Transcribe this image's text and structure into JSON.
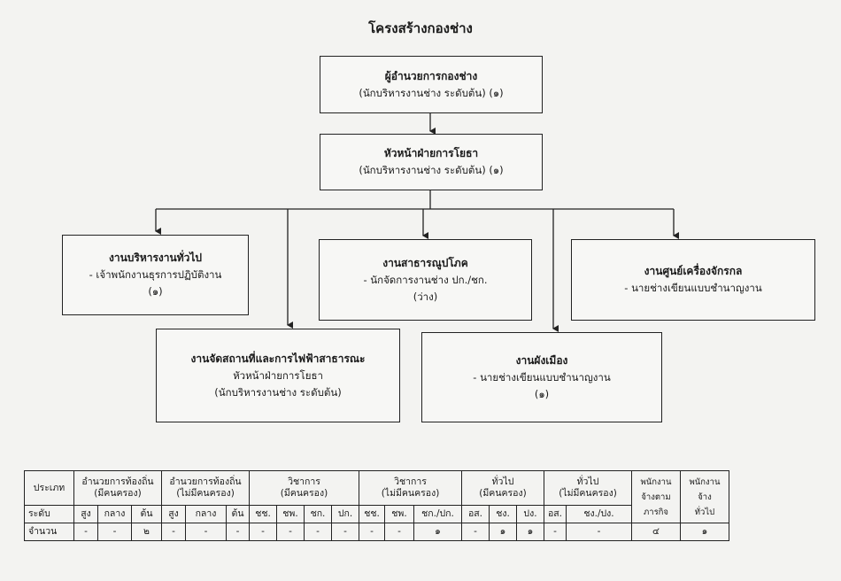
{
  "title": "โครงสร้างกองช่าง",
  "boxes": {
    "director": {
      "heading": "ผู้อำนวยการกองช่าง",
      "line1": "(นักบริหารงานช่าง ระดับต้น) (๑)"
    },
    "chief": {
      "heading": "หัวหน้าฝ่ายการโยธา",
      "line1": "(นักบริหารงานช่าง ระดับต้น) (๑)"
    },
    "general": {
      "heading": "งานบริหารงานทั่วไป",
      "line1": "- เจ้าพนักงานธุรการปฏิบัติงาน",
      "line2": "(๑)"
    },
    "utilities": {
      "heading": "งานสาธารณูปโภค",
      "line1": "- นักจัดการงานช่าง ปก./ชก.",
      "line2": "(ว่าง)"
    },
    "machinery": {
      "heading": "งานศูนย์เครื่องจักรกล",
      "line1": "- นายช่างเขียนแบบชำนาญงาน"
    },
    "lighting": {
      "heading": "งานจัดสถานที่และการไฟฟ้าสาธารณะ",
      "line1": "หัวหน้าฝ่ายการโยธา",
      "line2": "(นักบริหารงานช่าง ระดับต้น)"
    },
    "cityplan": {
      "heading": "งานผังเมือง",
      "line1": "- นายช่างเขียนแบบชำนาญงาน",
      "line2": "(๑)"
    }
  },
  "table": {
    "row_type_label": "ประเภท",
    "groups": [
      {
        "l1": "อำนวยการท้องถิ่น",
        "l2": "(มีคนครอง)"
      },
      {
        "l1": "อำนวยการท้องถิ่น",
        "l2": "(ไม่มีคนครอง)"
      },
      {
        "l1": "วิชาการ",
        "l2": "(มีคนครอง)"
      },
      {
        "l1": "วิชาการ",
        "l2": "(ไม่มีคนครอง)"
      },
      {
        "l1": "ทั่วไป",
        "l2": "(มีคนครอง)"
      },
      {
        "l1": "ทั่วไป",
        "l2": "(ไม่มีคนครอง)"
      },
      {
        "l1": "พนักงาน",
        "l2": "จ้างตาม",
        "l3": "ภารกิจ"
      },
      {
        "l1": "พนักงาน",
        "l2": "จ้าง",
        "l3": "ทั่วไป"
      }
    ],
    "level_label": "ระดับ",
    "levels": [
      "สูง",
      "กลาง",
      "ต้น",
      "สูง",
      "กลาง",
      "ต้น",
      "ชช.",
      "ชพ.",
      "ชก.",
      "ปก.",
      "ชช.",
      "ชพ.",
      "ชก./ปก.",
      "อส.",
      "ชง.",
      "ปง.",
      "อส.",
      "ชง./ปง."
    ],
    "count_label": "จำนวน",
    "counts": [
      "-",
      "-",
      "๒",
      "-",
      "-",
      "-",
      "-",
      "-",
      "-",
      "-",
      "-",
      "-",
      "๑",
      "-",
      "๑",
      "๑",
      "-",
      "-",
      "๔",
      "๑"
    ]
  }
}
